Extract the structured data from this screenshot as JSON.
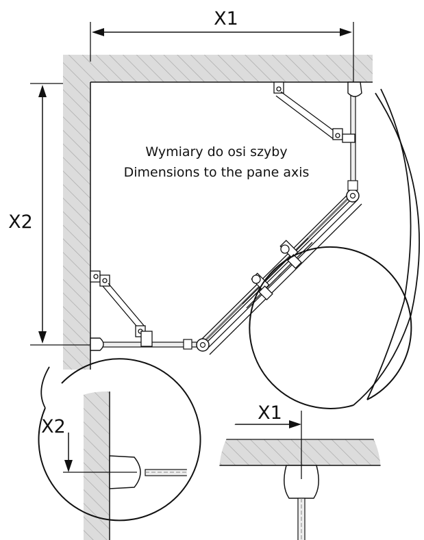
{
  "dimensions": {
    "x1_label": "X1",
    "x2_label": "X2"
  },
  "caption": {
    "line_pl": "Wymiary do osi szyby",
    "line_en": "Dimensions to the pane axis"
  },
  "details": {
    "left": {
      "label": "X2"
    },
    "right": {
      "label": "X1"
    }
  },
  "colors": {
    "wall_fill": "#d9d9d9",
    "hatch": "#9a9a9a",
    "line": "#111111",
    "glass": "#eeeeee"
  }
}
